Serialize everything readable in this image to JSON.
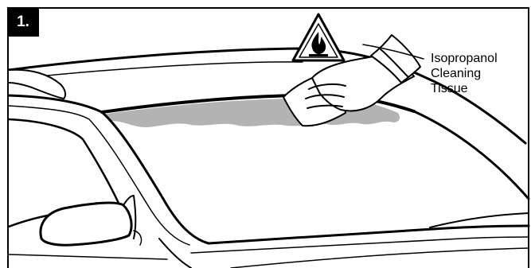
{
  "step": {
    "number": "1."
  },
  "callout": {
    "lines": [
      "Isopropanol",
      "Cleaning",
      "Tissue"
    ]
  },
  "icons": {
    "warning": "flammable-warning-icon"
  },
  "colors": {
    "line": "#000000",
    "cleaned_area": "#b3b3b3",
    "background": "#ffffff"
  }
}
